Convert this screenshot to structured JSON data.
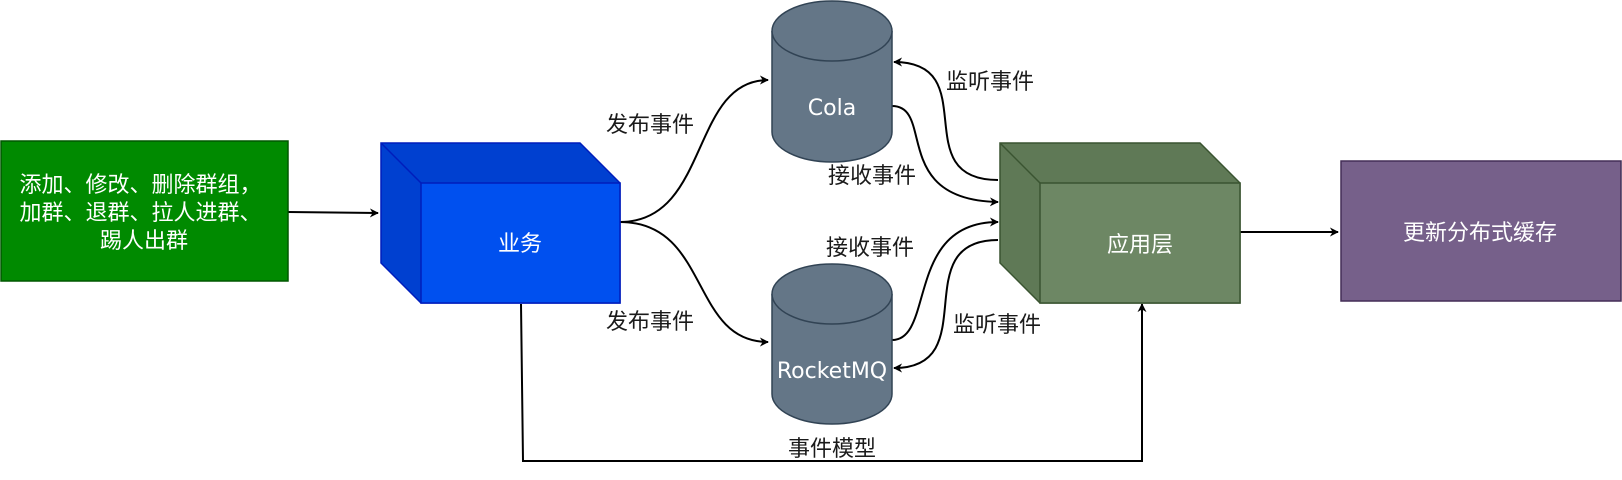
{
  "colors": {
    "green_box_fill": "#008a00",
    "green_box_stroke": "#005700",
    "blue_cube_front": "#0050ef",
    "blue_cube_side": "#0040d0",
    "blue_cube_stroke": "#001dbc",
    "olive_cube_front": "#6d8764",
    "olive_cube_side": "#5f7956",
    "olive_cube_stroke": "#3a5431",
    "purple_box_fill": "#76608a",
    "purple_box_stroke": "#432d57",
    "cylinder_fill": "#647687",
    "cylinder_stroke": "#314354",
    "edge_stroke": "#000000",
    "node_text": "#ffffff"
  },
  "nodes": {
    "source": {
      "lines": [
        "添加、修改、删除群组，",
        "加群、退群、拉人进群、",
        "踢人出群"
      ]
    },
    "business": {
      "label": "业务"
    },
    "cola": {
      "label": "Cola"
    },
    "rocketmq": {
      "label": "RocketMQ"
    },
    "app_layer": {
      "label": "应用层"
    },
    "cache": {
      "label": "更新分布式缓存"
    }
  },
  "edges": {
    "publish_to_cola": "发布事件",
    "publish_to_rocketmq": "发布事件",
    "receive_from_cola": "接收事件",
    "receive_from_rocketmq": "接收事件",
    "listen_cola": "监听事件",
    "listen_rocketmq": "监听事件",
    "event_model": "事件模型"
  }
}
